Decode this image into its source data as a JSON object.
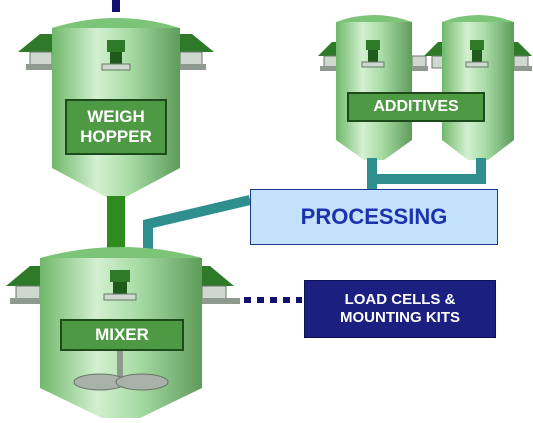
{
  "vessels": {
    "weigh_hopper": {
      "label": "WEIGH\nHOPPER"
    },
    "additives": {
      "label": "ADDITIVES"
    },
    "mixer": {
      "label": "MIXER"
    }
  },
  "processing": {
    "label": "PROCESSING"
  },
  "load_cells": {
    "label": "LOAD CELLS &\nMOUNTING KITS"
  },
  "colors": {
    "vessel_body": "#9dd79a",
    "vessel_highlight": "#d3f0d0",
    "vessel_shadow": "#5e9c5a",
    "label_green": "#4e9a44",
    "pipe_green": "#2e8b1e",
    "pipe_teal": "#2f8f8f",
    "processing_fill": "#c4e2fb",
    "processing_text": "#1c33b0",
    "load_cells_fill": "#1a1f80",
    "dotted_line": "#10106e",
    "feed_pipe_blue": "#10106e"
  }
}
